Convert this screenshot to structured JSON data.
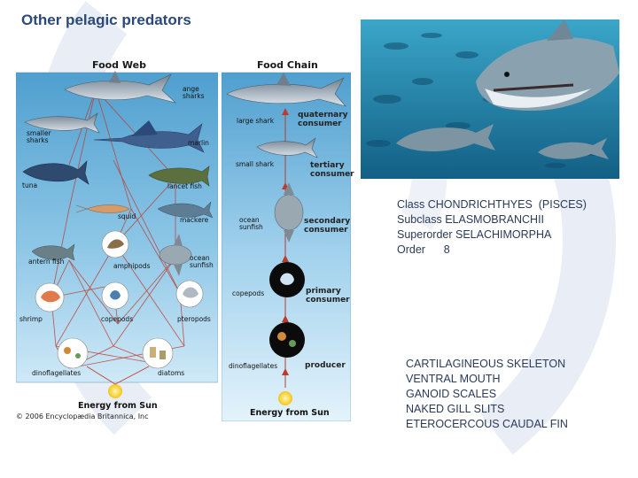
{
  "slide": {
    "title": "Other pelagic predators"
  },
  "food_web": {
    "header": "Food Web",
    "labels": {
      "ange_sharks": "ange\nsharks",
      "smaller_sharks": "smaller\nsharks",
      "marlin": "marlin",
      "tuna": "tuna",
      "lancet_fish": "lancet fish",
      "squid": "squid",
      "mackerel": "mackere",
      "lantern_fish": "antern fish",
      "amphipods": "amphipods",
      "ocean_sunfish": "ocean\nsunfish",
      "shrimp": "shrimp",
      "copepods": "copepods",
      "pteropods": "pteropods",
      "dinoflagellates": "dinoflagellates",
      "diatoms": "diatoms"
    },
    "sun_caption": "Energy from Sun",
    "copyright": "© 2006 Encyclopædia Britannica, Inc"
  },
  "food_chain": {
    "header": "Food Chain",
    "sun_caption": "Energy from Sun",
    "levels": [
      {
        "organism": "large shark",
        "role": "quaternary\nconsumer"
      },
      {
        "organism": "small shark",
        "role": "tertiary\nconsumer"
      },
      {
        "organism": "ocean\nsunfish",
        "role": "secondary\nconsumer"
      },
      {
        "organism": "copepods",
        "role": "primary\nconsumer"
      },
      {
        "organism": "dinoflagellates",
        "role": "producer"
      }
    ]
  },
  "taxonomy": {
    "lines": [
      "Class CHONDRICHTHYES  (PISCES)",
      "Subclass ELASMOBRANCHII",
      "Superorder SELACHIMORPHA",
      "Order      8"
    ]
  },
  "features": {
    "lines": [
      "CARTILAGINEOUS SKELETON",
      "VENTRAL MOUTH",
      "GANOID SCALES",
      "NAKED GILL SLITS",
      "ETEROCERCOUS CAUDAL FIN"
    ]
  },
  "colors": {
    "title": "#2b4a7a",
    "body_text": "#2a3a58",
    "water_top": "#4f9fcf",
    "water_bottom": "#cfe9f7",
    "sun": "#f5c518",
    "arrows": "#c0392b",
    "photo_water": "#1f7fa8"
  }
}
